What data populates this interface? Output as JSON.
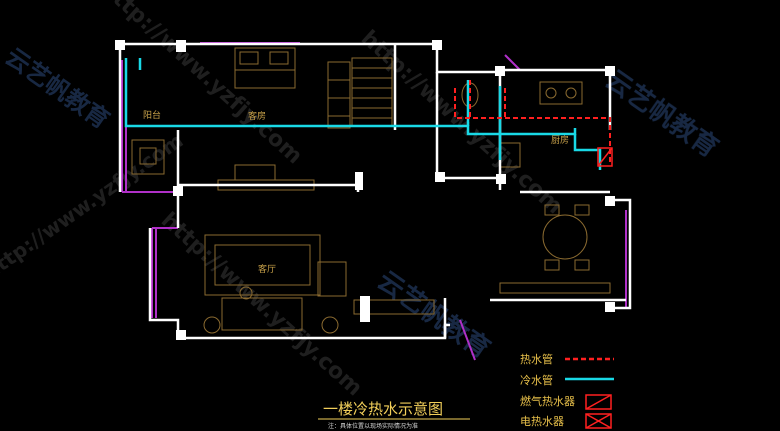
{
  "rooms": {
    "balcony": "阳台",
    "bedroom": "客房",
    "living": "客厅",
    "kitchen": "厨房"
  },
  "legend": {
    "hot_pipe": "热水管",
    "cold_pipe": "冷水管",
    "gas_heater": "燃气热水器",
    "electric_heater": "电热水器"
  },
  "title": "一楼冷热水示意图",
  "subtitle": "注：具体位置以现场实际情况为准",
  "watermark": {
    "brand": "云艺帆教育",
    "url": "http://www.yzfjy.com"
  },
  "colors": {
    "background": "#000000",
    "wall": "#ffffff",
    "cold_pipe": "#19d9e6",
    "hot_pipe": "#ff2020",
    "furniture": "#8a6a30",
    "window": "#b030c8",
    "label": "#c9a24a"
  }
}
